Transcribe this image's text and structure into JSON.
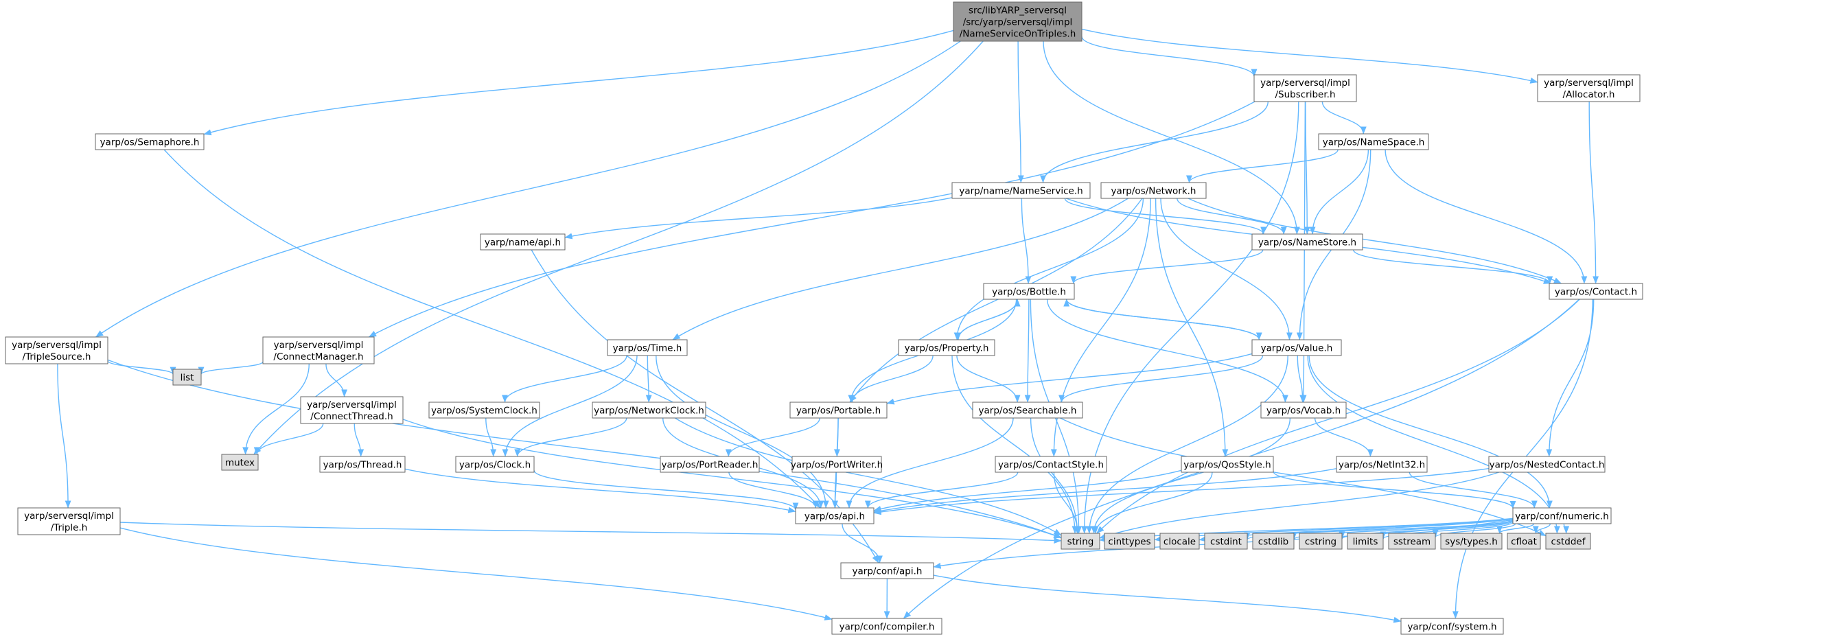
{
  "colors": {
    "root_fill": "#999999",
    "node_fill": "#ffffff",
    "system_fill": "#e0e0e0",
    "border": "#666666",
    "edge": "#63b8ff",
    "text": "#000000"
  },
  "nodes": [
    {
      "id": "root",
      "kind": "root",
      "lines": [
        "src/libYARP_serversql",
        "/src/yarp/serversql/impl",
        "/NameServiceOnTriples.h"
      ]
    },
    {
      "id": "subscriber",
      "kind": "header",
      "lines": [
        "yarp/serversql/impl",
        "/Subscriber.h"
      ]
    },
    {
      "id": "allocator",
      "kind": "header",
      "lines": [
        "yarp/serversql/impl",
        "/Allocator.h"
      ]
    },
    {
      "id": "semaphore",
      "kind": "header",
      "lines": [
        "yarp/os/Semaphore.h"
      ]
    },
    {
      "id": "namespace",
      "kind": "header",
      "lines": [
        "yarp/os/NameSpace.h"
      ]
    },
    {
      "id": "nameservice",
      "kind": "header",
      "lines": [
        "yarp/name/NameService.h"
      ]
    },
    {
      "id": "network",
      "kind": "header",
      "lines": [
        "yarp/os/Network.h"
      ]
    },
    {
      "id": "nameapi",
      "kind": "header",
      "lines": [
        "yarp/name/api.h"
      ]
    },
    {
      "id": "namestore",
      "kind": "header",
      "lines": [
        "yarp/os/NameStore.h"
      ]
    },
    {
      "id": "bottle",
      "kind": "header",
      "lines": [
        "yarp/os/Bottle.h"
      ]
    },
    {
      "id": "contact",
      "kind": "header",
      "lines": [
        "yarp/os/Contact.h"
      ]
    },
    {
      "id": "triplesource",
      "kind": "header",
      "lines": [
        "yarp/serversql/impl",
        "/TripleSource.h"
      ]
    },
    {
      "id": "connectmanager",
      "kind": "header",
      "lines": [
        "yarp/serversql/impl",
        "/ConnectManager.h"
      ]
    },
    {
      "id": "time",
      "kind": "header",
      "lines": [
        "yarp/os/Time.h"
      ]
    },
    {
      "id": "property",
      "kind": "header",
      "lines": [
        "yarp/os/Property.h"
      ]
    },
    {
      "id": "value",
      "kind": "header",
      "lines": [
        "yarp/os/Value.h"
      ]
    },
    {
      "id": "list",
      "kind": "system",
      "lines": [
        "list"
      ]
    },
    {
      "id": "connectthread",
      "kind": "header",
      "lines": [
        "yarp/serversql/impl",
        "/ConnectThread.h"
      ]
    },
    {
      "id": "systemclock",
      "kind": "header",
      "lines": [
        "yarp/os/SystemClock.h"
      ]
    },
    {
      "id": "networkclock",
      "kind": "header",
      "lines": [
        "yarp/os/NetworkClock.h"
      ]
    },
    {
      "id": "portable",
      "kind": "header",
      "lines": [
        "yarp/os/Portable.h"
      ]
    },
    {
      "id": "searchable",
      "kind": "header",
      "lines": [
        "yarp/os/Searchable.h"
      ]
    },
    {
      "id": "vocab",
      "kind": "header",
      "lines": [
        "yarp/os/Vocab.h"
      ]
    },
    {
      "id": "mutex",
      "kind": "system",
      "lines": [
        "mutex"
      ]
    },
    {
      "id": "thread",
      "kind": "header",
      "lines": [
        "yarp/os/Thread.h"
      ]
    },
    {
      "id": "clock",
      "kind": "header",
      "lines": [
        "yarp/os/Clock.h"
      ]
    },
    {
      "id": "portreader",
      "kind": "header",
      "lines": [
        "yarp/os/PortReader.h"
      ]
    },
    {
      "id": "portwriter",
      "kind": "header",
      "lines": [
        "yarp/os/PortWriter.h"
      ]
    },
    {
      "id": "contactstyle",
      "kind": "header",
      "lines": [
        "yarp/os/ContactStyle.h"
      ]
    },
    {
      "id": "qosstyle",
      "kind": "header",
      "lines": [
        "yarp/os/QosStyle.h"
      ]
    },
    {
      "id": "netint32",
      "kind": "header",
      "lines": [
        "yarp/os/NetInt32.h"
      ]
    },
    {
      "id": "nestedcontact",
      "kind": "header",
      "lines": [
        "yarp/os/NestedContact.h"
      ]
    },
    {
      "id": "triple",
      "kind": "header",
      "lines": [
        "yarp/serversql/impl",
        "/Triple.h"
      ]
    },
    {
      "id": "osapi",
      "kind": "header",
      "lines": [
        "yarp/os/api.h"
      ]
    },
    {
      "id": "numeric",
      "kind": "header",
      "lines": [
        "yarp/conf/numeric.h"
      ]
    },
    {
      "id": "string",
      "kind": "system",
      "lines": [
        "string"
      ]
    },
    {
      "id": "cinttypes",
      "kind": "system",
      "lines": [
        "cinttypes"
      ]
    },
    {
      "id": "clocale",
      "kind": "system",
      "lines": [
        "clocale"
      ]
    },
    {
      "id": "cstdint",
      "kind": "system",
      "lines": [
        "cstdint"
      ]
    },
    {
      "id": "cstdlib",
      "kind": "system",
      "lines": [
        "cstdlib"
      ]
    },
    {
      "id": "cstring",
      "kind": "system",
      "lines": [
        "cstring"
      ]
    },
    {
      "id": "limits",
      "kind": "system",
      "lines": [
        "limits"
      ]
    },
    {
      "id": "sstream",
      "kind": "system",
      "lines": [
        "sstream"
      ]
    },
    {
      "id": "systypes",
      "kind": "system",
      "lines": [
        "sys/types.h"
      ]
    },
    {
      "id": "cfloat",
      "kind": "system",
      "lines": [
        "cfloat"
      ]
    },
    {
      "id": "cstddef",
      "kind": "system",
      "lines": [
        "cstddef"
      ]
    },
    {
      "id": "confapi",
      "kind": "header",
      "lines": [
        "yarp/conf/api.h"
      ]
    },
    {
      "id": "compiler",
      "kind": "header",
      "lines": [
        "yarp/conf/compiler.h"
      ]
    },
    {
      "id": "system",
      "kind": "header",
      "lines": [
        "yarp/conf/system.h"
      ]
    }
  ],
  "edges": [
    [
      "root",
      "triplesource"
    ],
    [
      "root",
      "semaphore"
    ],
    [
      "root",
      "mutex"
    ],
    [
      "root",
      "nameservice"
    ],
    [
      "root",
      "namestore"
    ],
    [
      "root",
      "subscriber"
    ],
    [
      "root",
      "allocator"
    ],
    [
      "subscriber",
      "connectmanager"
    ],
    [
      "subscriber",
      "nameservice"
    ],
    [
      "subscriber",
      "namespace"
    ],
    [
      "subscriber",
      "namestore"
    ],
    [
      "subscriber",
      "vocab"
    ],
    [
      "subscriber",
      "string"
    ],
    [
      "allocator",
      "contact"
    ],
    [
      "semaphore",
      "osapi"
    ],
    [
      "namespace",
      "network"
    ],
    [
      "namespace",
      "namestore"
    ],
    [
      "namespace",
      "contact"
    ],
    [
      "namespace",
      "value"
    ],
    [
      "nameservice",
      "nameapi"
    ],
    [
      "nameservice",
      "namestore"
    ],
    [
      "nameservice",
      "bottle"
    ],
    [
      "nameservice",
      "contact"
    ],
    [
      "network",
      "time"
    ],
    [
      "network",
      "namestore"
    ],
    [
      "network",
      "contact"
    ],
    [
      "network",
      "property"
    ],
    [
      "network",
      "portable"
    ],
    [
      "network",
      "value"
    ],
    [
      "network",
      "contactstyle"
    ],
    [
      "network",
      "qosstyle"
    ],
    [
      "nameapi",
      "confapi"
    ],
    [
      "namestore",
      "bottle"
    ],
    [
      "namestore",
      "contact"
    ],
    [
      "bottle",
      "property"
    ],
    [
      "bottle",
      "value"
    ],
    [
      "bottle",
      "portable"
    ],
    [
      "bottle",
      "searchable"
    ],
    [
      "bottle",
      "vocab"
    ],
    [
      "bottle",
      "string"
    ],
    [
      "contact",
      "nestedcontact"
    ],
    [
      "contact",
      "string"
    ],
    [
      "contact",
      "compiler"
    ],
    [
      "contact",
      "system"
    ],
    [
      "triplesource",
      "list"
    ],
    [
      "triplesource",
      "triple"
    ],
    [
      "triplesource",
      "string"
    ],
    [
      "connectmanager",
      "list"
    ],
    [
      "connectmanager",
      "mutex"
    ],
    [
      "connectmanager",
      "connectthread"
    ],
    [
      "time",
      "systemclock"
    ],
    [
      "time",
      "networkclock"
    ],
    [
      "time",
      "clock"
    ],
    [
      "time",
      "osapi"
    ],
    [
      "property",
      "bottle"
    ],
    [
      "property",
      "portable"
    ],
    [
      "property",
      "searchable"
    ],
    [
      "property",
      "string"
    ],
    [
      "value",
      "bottle"
    ],
    [
      "value",
      "portable"
    ],
    [
      "value",
      "searchable"
    ],
    [
      "value",
      "vocab"
    ],
    [
      "value",
      "string"
    ],
    [
      "value",
      "numeric"
    ],
    [
      "value",
      "cstddef"
    ],
    [
      "connectthread",
      "mutex"
    ],
    [
      "connectthread",
      "thread"
    ],
    [
      "connectthread",
      "string"
    ],
    [
      "systemclock",
      "clock"
    ],
    [
      "networkclock",
      "clock"
    ],
    [
      "networkclock",
      "osapi"
    ],
    [
      "networkclock",
      "string"
    ],
    [
      "portable",
      "portreader"
    ],
    [
      "portable",
      "portwriter"
    ],
    [
      "portable",
      "osapi"
    ],
    [
      "searchable",
      "osapi"
    ],
    [
      "searchable",
      "string"
    ],
    [
      "searchable",
      "cstddef"
    ],
    [
      "vocab",
      "netint32"
    ],
    [
      "vocab",
      "string"
    ],
    [
      "thread",
      "osapi"
    ],
    [
      "clock",
      "osapi"
    ],
    [
      "portreader",
      "osapi"
    ],
    [
      "portwriter",
      "osapi"
    ],
    [
      "contactstyle",
      "osapi"
    ],
    [
      "contactstyle",
      "string"
    ],
    [
      "qosstyle",
      "osapi"
    ],
    [
      "qosstyle",
      "string"
    ],
    [
      "qosstyle",
      "numeric"
    ],
    [
      "netint32",
      "osapi"
    ],
    [
      "netint32",
      "numeric"
    ],
    [
      "nestedcontact",
      "osapi"
    ],
    [
      "nestedcontact",
      "string"
    ],
    [
      "triple",
      "string"
    ],
    [
      "triple",
      "compiler"
    ],
    [
      "osapi",
      "confapi"
    ],
    [
      "numeric",
      "confapi"
    ],
    [
      "numeric",
      "string"
    ],
    [
      "numeric",
      "cinttypes"
    ],
    [
      "numeric",
      "clocale"
    ],
    [
      "numeric",
      "cstdint"
    ],
    [
      "numeric",
      "cstdlib"
    ],
    [
      "numeric",
      "cstring"
    ],
    [
      "numeric",
      "limits"
    ],
    [
      "numeric",
      "sstream"
    ],
    [
      "numeric",
      "systypes"
    ],
    [
      "numeric",
      "cfloat"
    ],
    [
      "numeric",
      "cstddef"
    ],
    [
      "confapi",
      "compiler"
    ],
    [
      "confapi",
      "system"
    ]
  ]
}
